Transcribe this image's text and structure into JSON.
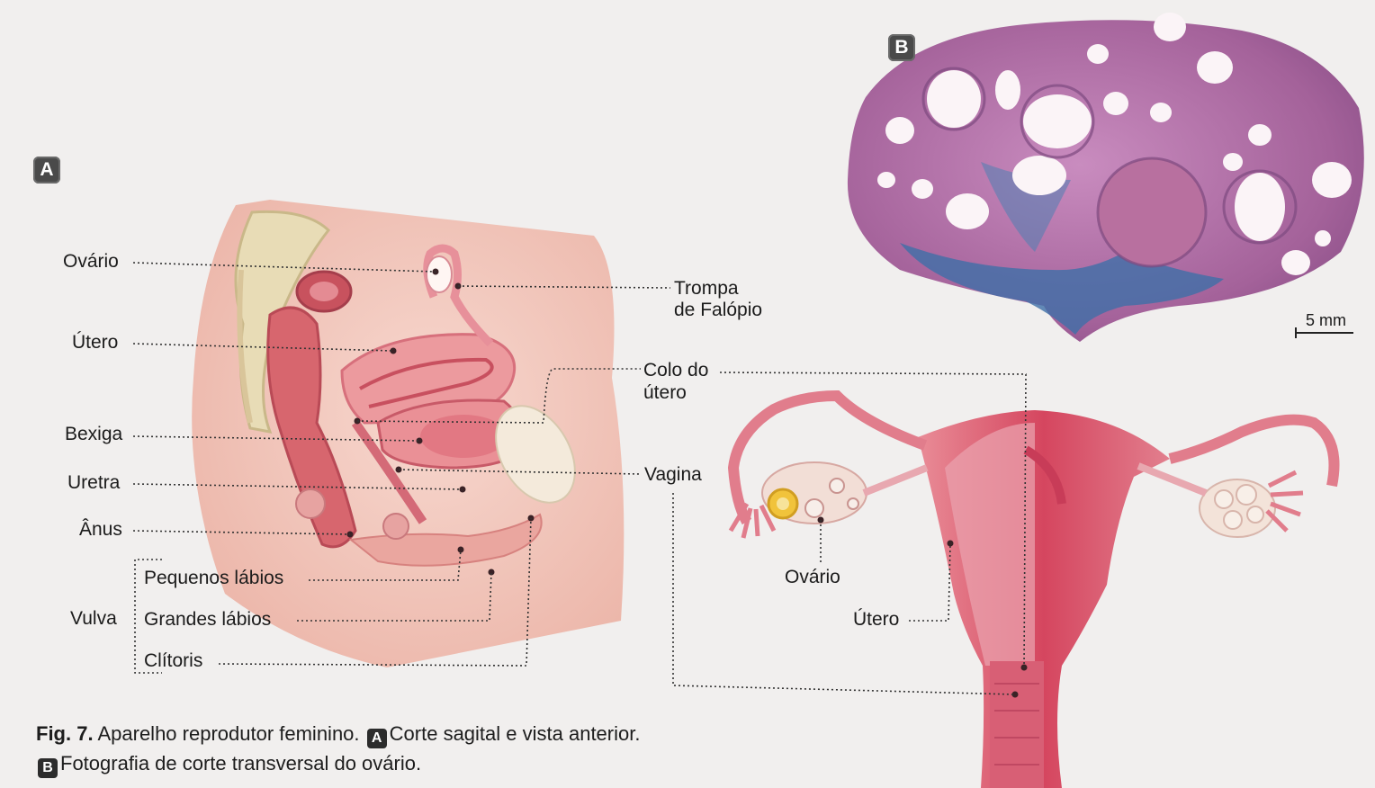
{
  "panels": {
    "a_badge": "A",
    "b_badge": "B"
  },
  "sagittal": {
    "ovario": "Ovário",
    "utero": "Útero",
    "bexiga": "Bexiga",
    "uretra": "Uretra",
    "anus": "Ânus",
    "vulva": "Vulva",
    "pequenos_labios": "Pequenos lábios",
    "grandes_labios": "Grandes lábios",
    "clitoris": "Clítoris",
    "trompa_line1": "Trompa",
    "trompa_line2": "de Falópio",
    "colo_line1": "Colo do",
    "colo_line2": "útero",
    "vagina": "Vagina"
  },
  "anterior": {
    "ovario": "Ovário",
    "utero": "Útero"
  },
  "micrograph": {
    "scale": "5 mm"
  },
  "caption": {
    "fig_label": "Fig. 7.",
    "text1": "Aparelho reprodutor feminino.",
    "badge_a": "A",
    "text2": "Corte sagital e vista anterior.",
    "badge_b": "B",
    "text3": "Fotografia de corte transversal do ovário."
  },
  "colors": {
    "page": "#f1efee",
    "skin": "#f2c9bd",
    "uterus": "#d9566a",
    "tissue_purple": "#a8679e",
    "stroma_blue": "#3f6fa8",
    "leader": "#333333"
  }
}
